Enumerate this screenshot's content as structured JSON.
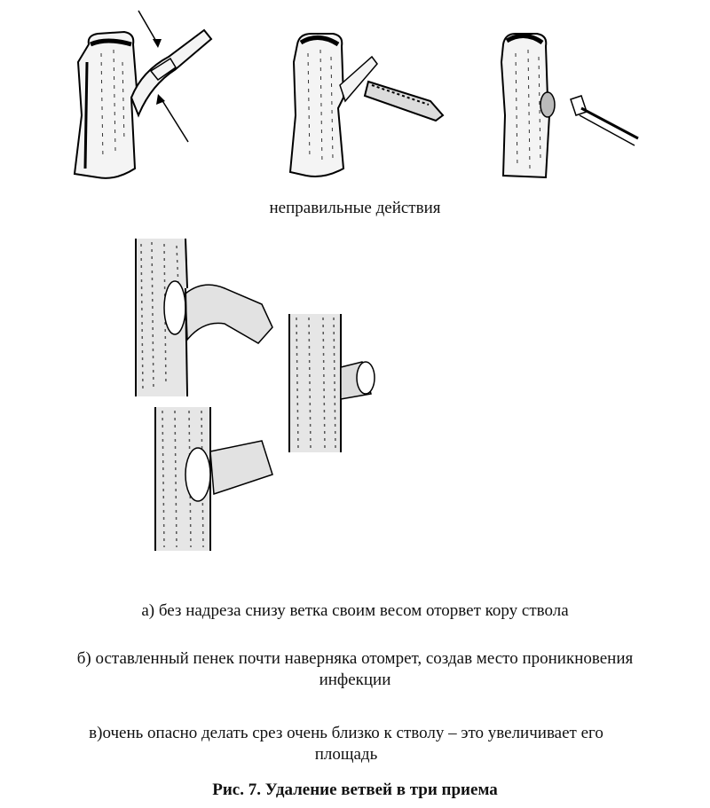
{
  "label_wrong": "неправильные действия",
  "notes": {
    "a": "а) без надреза снизу ветка своим весом оторвет кору ствола",
    "b_line1": "б) оставленный пенек почти наверняка отомрет, создав место проникновения",
    "b_line2": "инфекции",
    "c_line1": "в)очень опасно делать срез очень близко к стволу – это увеличивает его",
    "c_line2": "площадь"
  },
  "caption": "Рис. 7. Удаление ветвей в три приема",
  "illustrations": [
    "trunk-with-branch-and-arrows",
    "trunk-with-torn-branch",
    "trunk-with-cut-and-saw",
    "trunk-correct-branch-collar",
    "trunk-correct-cut-with-collar",
    "trunk-with-stub"
  ]
}
